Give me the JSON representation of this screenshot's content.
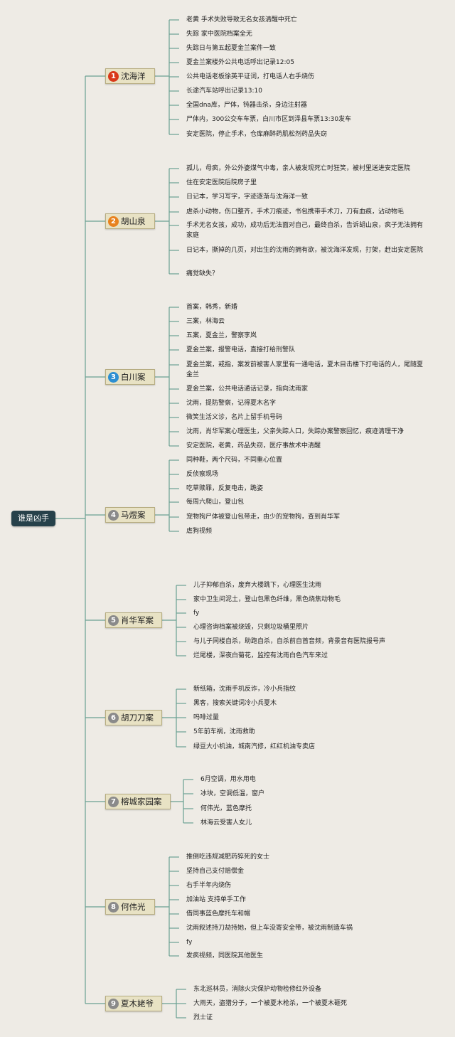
{
  "colors": {
    "line": "#6aa092",
    "root_bg": "#26414a",
    "branch_bg": "#e8e2c4",
    "badge_red": "#d9391a",
    "badge_orange": "#e8821e",
    "badge_blue": "#2d8fd2",
    "badge_gray": "#8a8a8a"
  },
  "root": {
    "label": "谁是凶手"
  },
  "branches": [
    {
      "num": "1",
      "label": "沈海洋",
      "badge_color": "#d9391a",
      "items": [
        "老黄 手术失败导致无名女孩清醒中死亡",
        "失踪 家中医院档案全无",
        "失踪日与第五起夏金兰案件一致",
        "夏金兰案楼外公共电话呼出记录12:05",
        "公共电话老板徐英平证词，打电话人右手烧伤",
        "长途汽车站呼出记录13:10",
        "全国dna库，尸体，钝器击杀，身边注射器",
        "尸体内，300公交车车票，白川市区到泽县车票13:30发车",
        "安定医院，停止手术，仓库麻醉药肌松剂药品失窃"
      ]
    },
    {
      "num": "2",
      "label": "胡山泉",
      "badge_color": "#e8821e",
      "items": [
        "孤儿，母疯，外公外婆煤气中毒，亲人被发现死亡时狂笑，被村里送进安定医院",
        "住在安定医院后院房子里",
        "日记本，学习写字，字迹逐渐与沈海洋一致",
        "虐杀小动物，伤口整齐，手术刀痕迹，书包携带手术刀，刀有血痕，沾动物毛",
        "手术无名女孩，成功，成功后无法面对自己，最终自杀，告诉胡山泉，疯子无法拥有家庭",
        "日记本，撕掉的几页，对出生的沈雨的拥有欲，被沈海洋发现，打架，赶出安定医院",
        "痛觉缺失？"
      ]
    },
    {
      "num": "3",
      "label": "白川案",
      "badge_color": "#2d8fd2",
      "items": [
        "首案，韩秀，新婚",
        "三案，林海云",
        "五案，夏金兰，警察李岚",
        "夏金兰案，报警电话，直接打给刑警队",
        "夏金兰案，戒指，案发前被害人家里有一通电话，夏木目击楼下打电话的人，尾随夏金兰",
        "夏金兰案，公共电话通话记录，指向沈雨家",
        "沈雨，提防警察，记得夏木名字",
        "微笑生活义诊，名片上留手机号码",
        "沈雨，肖华军案心理医生，父亲失踪人口，失踪办案警察回忆，痕迹清理干净",
        "安定医院，老黄，药品失窃，医疗事故术中清醒"
      ]
    },
    {
      "num": "4",
      "label": "马煜案",
      "badge_color": "#8a8a8a",
      "items": [
        "同种鞋，两个尺码，不同重心位置",
        "反侦察现场",
        "吃草赎罪，反复电击，跪姿",
        "每周六爬山，登山包",
        "宠物狗尸体被登山包带走，由少的宠物狗，查到肖华军",
        "虐狗视频"
      ]
    },
    {
      "num": "5",
      "label": "肖华军案",
      "badge_color": "#8a8a8a",
      "items": [
        "儿子抑郁自杀，废弃大楼跳下，心理医生沈雨",
        "家中卫生间泥土，登山包黑色纤维，黑色烧焦动物毛",
        "fy",
        "心理咨询档案被烧毁，只剩垃圾桶里照片",
        "与儿子同楼自杀，助跑自杀，自杀前自首音频，背景音有医院报号声",
        "烂尾楼，深夜白菊花，监控有沈雨白色汽车来过"
      ]
    },
    {
      "num": "6",
      "label": "胡刀刀案",
      "badge_color": "#8a8a8a",
      "items": [
        "新纸箱，沈雨手机反诈，冷小兵指纹",
        "黑客，搜索关键词冷小兵夏木",
        "吗啡过量",
        "5年前车祸，沈雨救助",
        "绿豆大小机油，城南汽修，红红机油专卖店"
      ]
    },
    {
      "num": "7",
      "label": "榕城家园案",
      "badge_color": "#8a8a8a",
      "items": [
        "6月空调，用水用电",
        "冰块，空调低温，窗户",
        "何伟光，蓝色摩托",
        "林海云受害人女儿"
      ]
    },
    {
      "num": "8",
      "label": "何伟光",
      "badge_color": "#8a8a8a",
      "items": [
        "推倒吃违规减肥药猝死的女士",
        "坚持自己支付赔偿金",
        "右手半年内烧伤",
        "加油站 支持单手工作",
        "借同事蓝色摩托车和帽",
        "沈雨叙述持刀劫持她，但上车没寄安全带，被沈雨制造车祸",
        "fy",
        "发疯视频，同医院其他医生"
      ]
    },
    {
      "num": "9",
      "label": "夏木姥爷",
      "badge_color": "#8a8a8a",
      "items": [
        "东北巡林员，消除火灾保护动物检修红外设备",
        "大雨天，盗猎分子，一个被夏木枪杀，一个被夏木砸死",
        "烈士证"
      ]
    }
  ]
}
